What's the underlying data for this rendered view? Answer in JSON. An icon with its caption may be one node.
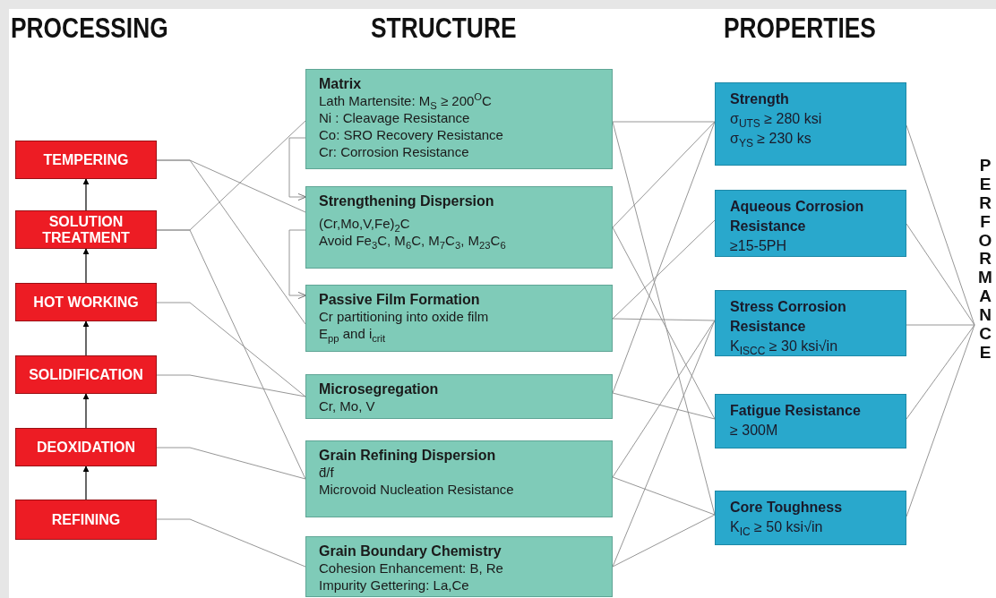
{
  "diagram": {
    "nodes": [
      {
        "text": [
          "TEMPERING"
        ]
      },
      {
        "text": [
          "SOLUTION TREATMENT"
        ]
      },
      {
        "text": [
          "HOT WORKING"
        ]
      },
      {
        "text": [
          "SOLIDIFICATION"
        ]
      },
      {
        "text": [
          "DEOXIDATION"
        ]
      },
      {
        "text": [
          "REFINING"
        ]
      },
      {
        "text": [
          "Matrix",
          "Lath Martensite: M$_{S}$ ≥ 200$^{O}$C",
          "Ni : Cleavage Resistance",
          "Co: SRO Recovery Resistance",
          "Cr: Corrosion Resistance"
        ]
      },
      {
        "text": [
          "Strengthening Dispersion",
          "(Cr,Mo,V,Fe)$_{2}$C",
          "Avoid Fe$_{3}$C, M$_{6}$C, M$_{7}$C$_{3}$, M$_{23}$C$_{6}$"
        ]
      },
      {
        "text": [
          "Passive Film Formation",
          "Cr partitioning into oxide film",
          "E$_{pp}$ and i$_{crit}$"
        ]
      },
      {
        "text": [
          "Microsegregation",
          "Cr, Mo, V"
        ]
      },
      {
        "text": [
          "Grain Refining Dispersion",
          "d̄/f",
          "Microvoid Nucleation Resistance"
        ]
      },
      {
        "text": [
          "Grain Boundary Chemistry",
          "Cohesion Enhancement: B, Re",
          "Impurity Gettering: La,Ce"
        ]
      },
      {
        "text": [
          "Strength",
          "σ$_{UTS}$ ≥ 280 ksi",
          "σ$_{YS}$ ≥ 230 ks"
        ]
      },
      {
        "text": [
          "Aqueous Corrosion Resistance",
          "≥15-5PH"
        ]
      },
      {
        "text": [
          "Stress Corrosion Resistance",
          "K$_{ISCC}$ ≥ 30 ksi√in"
        ]
      },
      {
        "text": [
          "Fatigue Resistance",
          "≥ 300M"
        ]
      },
      {
        "text": [
          "Core Toughness",
          "K$_{IC}$ ≥ 50 ksi√in"
        ]
      },
      {
        "text": [
          "PERFORMANCE"
        ]
      }
    ],
    "edges": [
      {
        "from": 5,
        "to": 4,
        "arrow": "to",
        "color": "#000000"
      },
      {
        "from": 4,
        "to": 3,
        "arrow": "to",
        "color": "#000000"
      },
      {
        "from": 3,
        "to": 2,
        "arrow": "to",
        "color": "#000000"
      },
      {
        "from": 2,
        "to": 1,
        "arrow": "to",
        "color": "#000000"
      },
      {
        "from": 1,
        "to": 0,
        "arrow": "to",
        "color": "#000000"
      },
      {
        "from": 0,
        "to": 7,
        "arrow": "none"
      },
      {
        "from": 0,
        "to": 8,
        "arrow": "none"
      },
      {
        "from": 1,
        "to": 6,
        "arrow": "none"
      },
      {
        "from": 1,
        "to": 10,
        "arrow": "none"
      },
      {
        "from": 2,
        "to": 9,
        "arrow": "none"
      },
      {
        "from": 3,
        "to": 9,
        "arrow": "none"
      },
      {
        "from": 4,
        "to": 10,
        "arrow": "none"
      },
      {
        "from": 5,
        "to": 11,
        "arrow": "none"
      },
      {
        "from": 6,
        "to": 7,
        "arrow": "to"
      },
      {
        "from": 7,
        "to": 8,
        "arrow": "to"
      },
      {
        "from": 6,
        "to": 12,
        "arrow": "none"
      },
      {
        "from": 6,
        "to": 16,
        "arrow": "none"
      },
      {
        "from": 7,
        "to": 12,
        "arrow": "none"
      },
      {
        "from": 7,
        "to": 15,
        "arrow": "none"
      },
      {
        "from": 8,
        "to": 13,
        "arrow": "none"
      },
      {
        "from": 8,
        "to": 14,
        "arrow": "none"
      },
      {
        "from": 9,
        "to": 12,
        "arrow": "none"
      },
      {
        "from": 9,
        "to": 15,
        "arrow": "none"
      },
      {
        "from": 10,
        "to": 14,
        "arrow": "none"
      },
      {
        "from": 10,
        "to": 16,
        "arrow": "none"
      },
      {
        "from": 11,
        "to": 14,
        "arrow": "none"
      },
      {
        "from": 11,
        "to": 16,
        "arrow": "none"
      },
      {
        "from": 12,
        "to": 17,
        "arrow": "none"
      },
      {
        "from": 13,
        "to": 17,
        "arrow": "none"
      },
      {
        "from": 14,
        "to": 17,
        "arrow": "none"
      },
      {
        "from": 15,
        "to": 17,
        "arrow": "none"
      },
      {
        "from": 16,
        "to": 17,
        "arrow": "none"
      }
    ],
    "labels": [
      "PROCESSING",
      "STRUCTURE",
      "PROPERTIES"
    ]
  }
}
